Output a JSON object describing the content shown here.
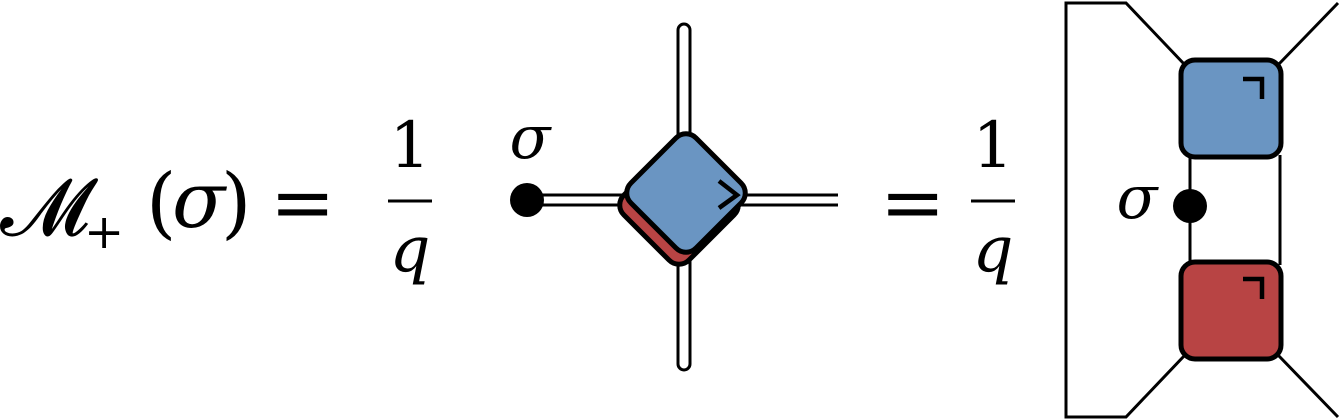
{
  "equation": {
    "lhs_symbol": "𝓜",
    "lhs_subscript": "+",
    "lhs_open_paren": "(",
    "lhs_argument": "σ",
    "lhs_close_paren": ")",
    "equals_sign": "=",
    "fraction_numerator": "1",
    "fraction_denominator": "q"
  },
  "diagram_1": {
    "node_label": "σ",
    "top_gate_color": "#6a95c2",
    "bottom_gate_color": "#b84444"
  },
  "diagram_2": {
    "node_label": "σ",
    "top_gate_color": "#6a95c2",
    "bottom_gate_color": "#b84444"
  }
}
